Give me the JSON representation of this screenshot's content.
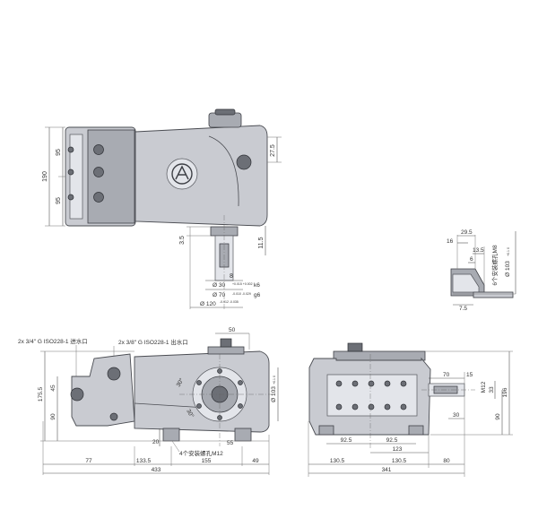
{
  "top_view": {
    "dims": {
      "total_height": "190",
      "upper": "95",
      "lower": "95",
      "port_offset": "27.5",
      "shaft_step": "3.5",
      "key_offset": "11.5",
      "key_width": "8",
      "shaft_dia": "Ø 30",
      "shaft_dia_tol": "+0.015 +0.002",
      "shaft_fit": "k6",
      "spigot_dia": "Ø 70",
      "spigot_tol": "-0.010 -0.029",
      "spigot_fit": "g6",
      "flange_dia": "Ø 120",
      "flange_tol": "-0.012 -0.035"
    }
  },
  "detail_view": {
    "dims": {
      "a": "29.5",
      "b": "16",
      "c": "13.5",
      "d": "6",
      "e": "7.5",
      "bore": "Ø 103",
      "bore_tol": "+0.1 0",
      "mount_note": "6个安装螺孔M8"
    }
  },
  "side_view": {
    "inlet_note": "2x 3/4\" G ISO228-1 进水口",
    "outlet_note": "2x 3/8\" G ISO228-1 出水口",
    "dims": {
      "top": "50",
      "h1": "175.5",
      "h2": "45",
      "h3": "90",
      "angle1": "30°",
      "angle2": "30°",
      "bore": "Ø 103",
      "bore_tol": "+0.1 0",
      "foot_height": "20",
      "foot_offset": "55",
      "mount_note": "4个安装螺孔M12",
      "seg1": "77",
      "seg2": "133.5",
      "seg3": "155",
      "seg4": "49",
      "total": "433"
    }
  },
  "end_view": {
    "dims": {
      "shaft_len": "70",
      "step": "15",
      "thread": "M12",
      "key": "33",
      "height_total": "196",
      "key_width": "30",
      "base_height": "90",
      "half_left": "92.5",
      "half_right": "92.5",
      "base_width": "123",
      "left_total": "130.5",
      "right_total": "130.5",
      "shaft_ext": "80",
      "overall": "341"
    }
  }
}
